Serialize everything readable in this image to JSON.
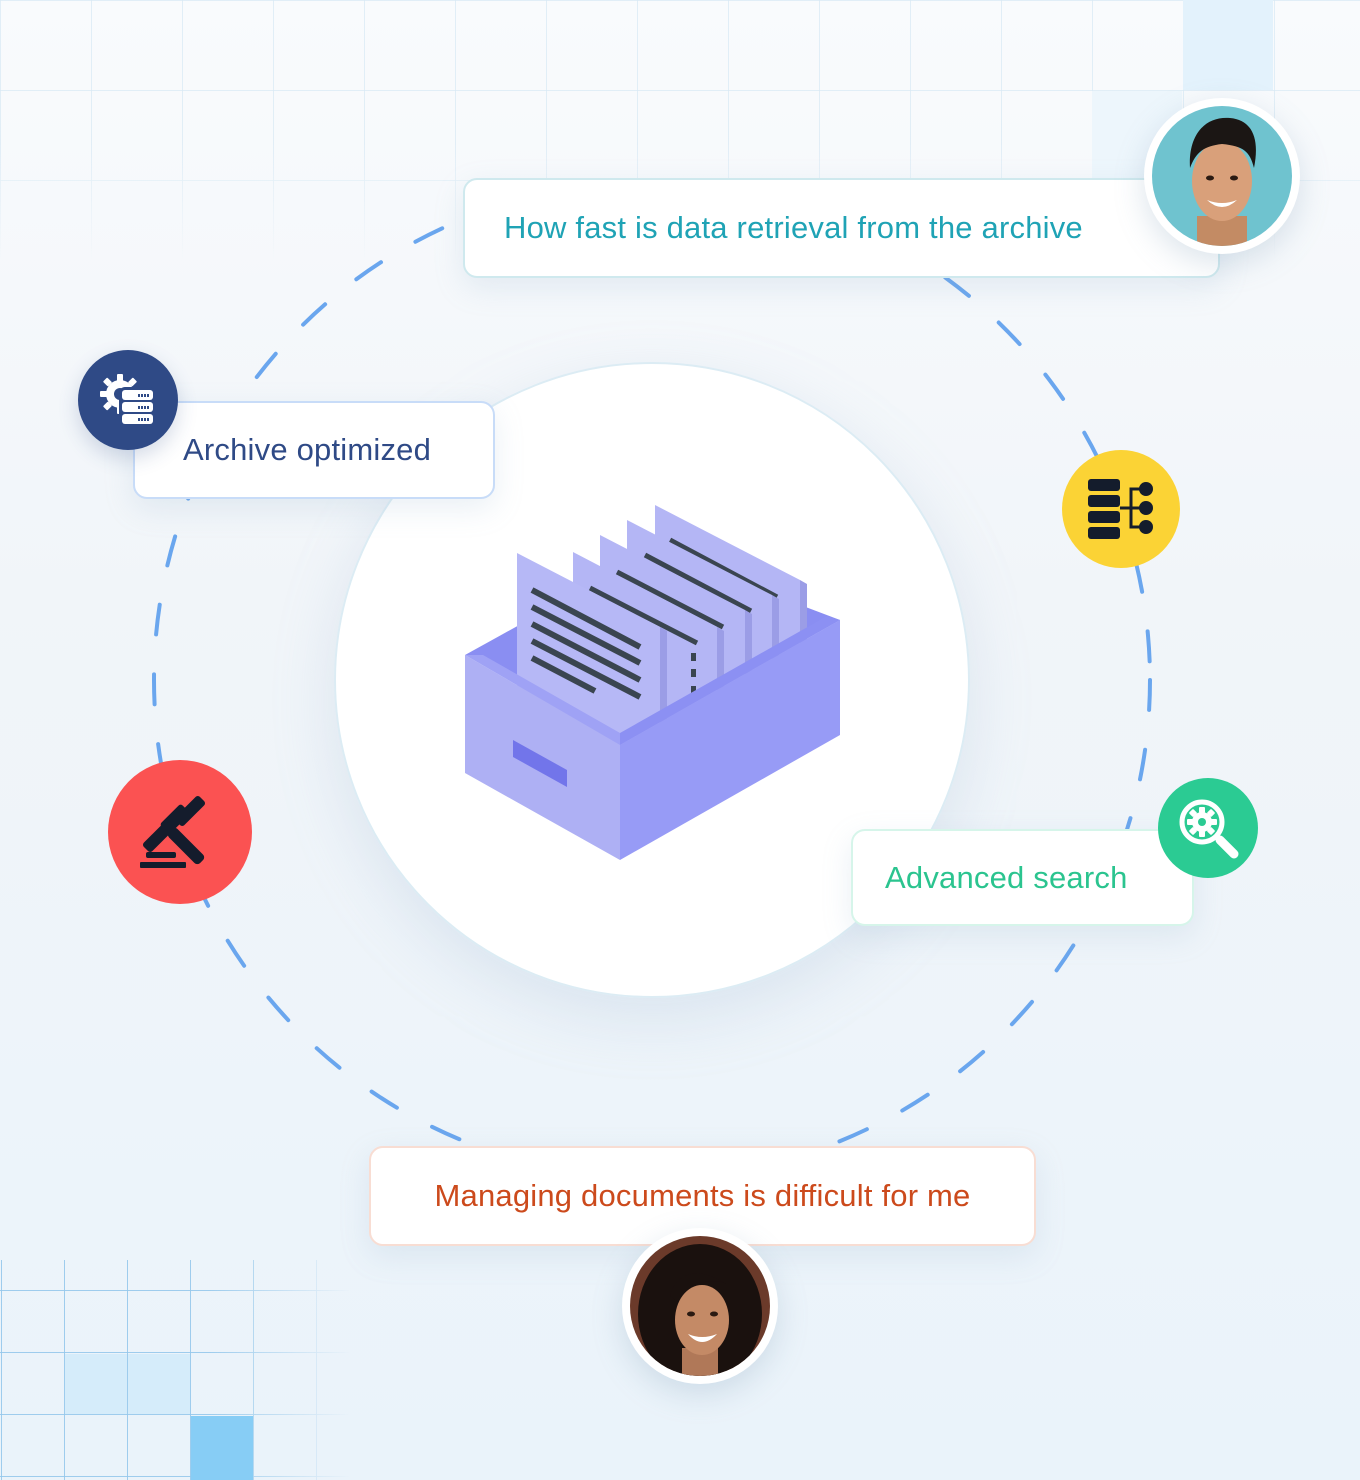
{
  "cards": {
    "top": {
      "text": "How fast is data retrieval from the archive",
      "color": "#1fa3b5"
    },
    "left": {
      "text": "Archive optimized",
      "color": "#2f4a86"
    },
    "right": {
      "text": "Advanced search",
      "color": "#2bc48f"
    },
    "bottom": {
      "text": "Managing documents is difficult for me",
      "color": "#cc4a1c"
    }
  },
  "icons": [
    {
      "name": "server-settings-icon",
      "bg": "#2f4a86"
    },
    {
      "name": "database-hierarchy-icon",
      "bg": "#fbd335"
    },
    {
      "name": "gavel-icon",
      "bg": "#fb5252"
    },
    {
      "name": "search-settings-icon",
      "bg": "#2bcb93"
    }
  ],
  "avatars": [
    {
      "name": "man-avatar",
      "bg": "#6fc3cf"
    },
    {
      "name": "woman-avatar",
      "bg": "#6b3a2a"
    }
  ],
  "colors": {
    "ring_dash": "#6aa6ee",
    "archive_box": "#9b9ef7",
    "archive_paper": "#b4b6f5"
  }
}
